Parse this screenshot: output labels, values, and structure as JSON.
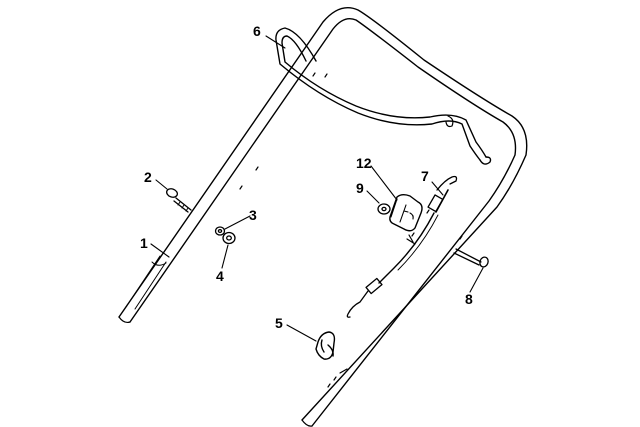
{
  "diagram": {
    "line_color": "#000000",
    "background": "#ffffff",
    "callouts": {
      "c1": "1",
      "c2": "2",
      "c3": "3",
      "c4": "4",
      "c5": "5",
      "c6": "6",
      "c7": "7",
      "c8": "8",
      "c9": "9",
      "c12": "12"
    }
  }
}
